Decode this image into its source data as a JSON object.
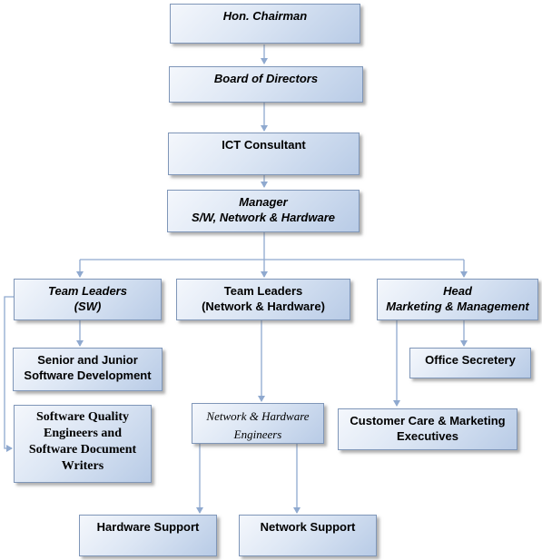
{
  "chart": {
    "nodes": {
      "chairman": [
        "Hon. Chairman"
      ],
      "board": [
        "Board of Directors"
      ],
      "ict": [
        "ICT Consultant"
      ],
      "manager": [
        "Manager",
        "S/W, Network & Hardware"
      ],
      "tl_sw": [
        "Team Leaders",
        "(SW)"
      ],
      "tl_net": [
        "Team Leaders",
        "(Network & Hardware)"
      ],
      "head_mkt": [
        "Head",
        "Marketing & Management"
      ],
      "senior_dev": [
        "Senior and Junior",
        "Software Development"
      ],
      "sqa": [
        "Software Quality",
        "Engineers and",
        "Software Document",
        "Writers"
      ],
      "net_eng": [
        "Network & Hardware",
        "Engineers"
      ],
      "hw_support": [
        "Hardware Support"
      ],
      "net_support": [
        "Network Support"
      ],
      "office_sec": [
        "Office Secretery"
      ],
      "cust_care": [
        "Customer Care & Marketing",
        "Executives"
      ]
    }
  }
}
